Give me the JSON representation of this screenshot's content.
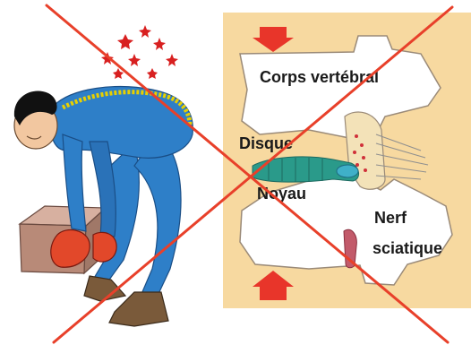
{
  "labels": {
    "vertebral_body": "Corps vertébral",
    "disc": "Disque",
    "nucleus": "Noyau",
    "nerve_line1": "Nerf",
    "nerve_line2": "sciatique"
  },
  "colors": {
    "panel_background": "#f7d9a0",
    "bone": "#ffffff",
    "bone_outline": "#9a8a78",
    "disc": "#2a9a8a",
    "nucleus": "#3fb0c8",
    "pressure_arrow": "#e8352a",
    "cross": "#e8402a",
    "clothing": "#2e7fc8",
    "glove": "#e2482a",
    "box": "#b88a78",
    "spine": "#e8d000",
    "boots": "#7a5a3a",
    "pain_stars": "#d82020"
  },
  "icons": {
    "pain_indicator": "pain-stars-icon",
    "pressure": "down-arrow-icon",
    "prohibition": "red-cross-icon"
  }
}
